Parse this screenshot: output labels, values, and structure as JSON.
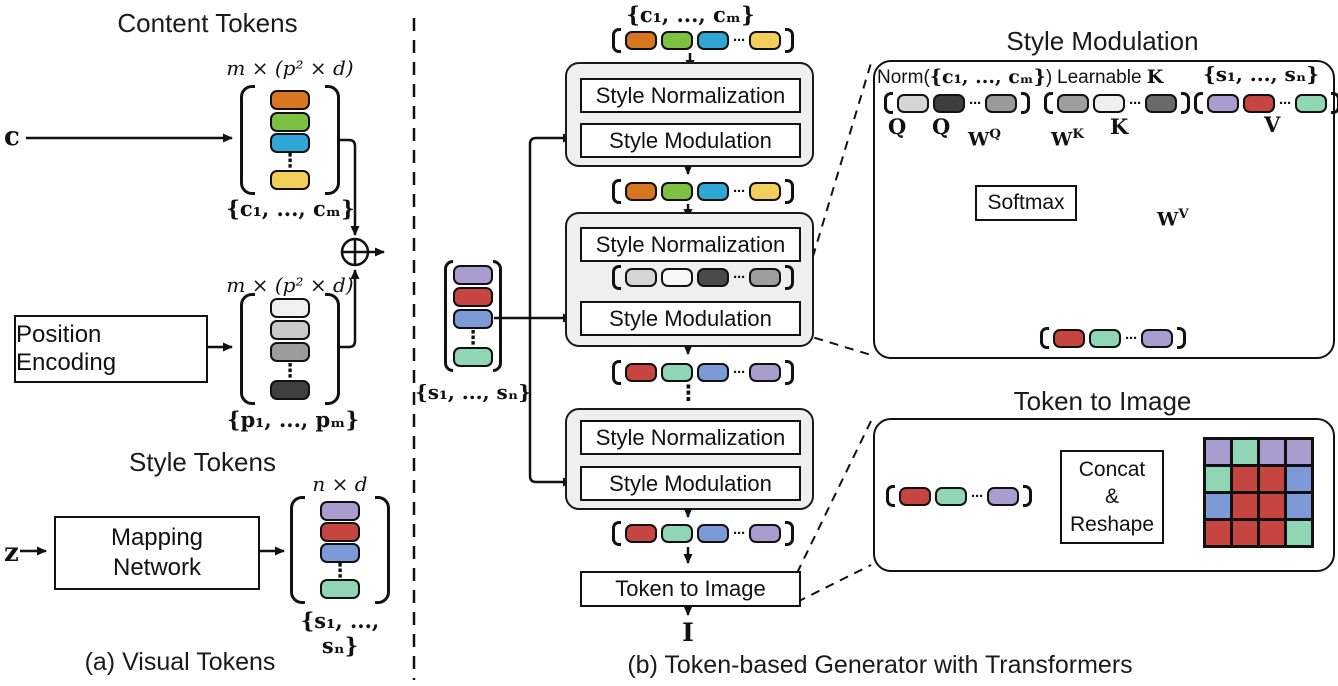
{
  "colors": {
    "orange": "#D8751F",
    "green": "#7DC142",
    "cyan": "#2FA6D4",
    "yellow": "#F2CE5B",
    "purple": "#A99CCE",
    "red": "#C64541",
    "blue": "#7D99D6",
    "teal": "#90D5B4",
    "gray1": "#F0F0F0",
    "gray2": "#C9C9C9",
    "gray3": "#9B9B9B",
    "gray4": "#3F3F3F",
    "norm1": "#D5D5D5",
    "norm2": "#3E3E3E",
    "norm3": "#999999",
    "lk1": "#9E9E9E",
    "lk2": "#EFEFEF",
    "lk3": "#6A6A6A",
    "sn1": "#D5D5D5",
    "sn2": "#F7F7F7",
    "sn3": "#4A4A4A",
    "sn4": "#9E9E9E",
    "line": "#111111"
  },
  "panel_a": {
    "content_title": "Content Tokens",
    "style_title": "Style Tokens",
    "caption": "(a) Visual Tokens",
    "c_input": "c",
    "z_input": "z",
    "dim_content": "m × (p² × d)",
    "dim_position": "m × (p² × d)",
    "dim_style": "n × d",
    "content_set": "{c₁, ..., cₘ}",
    "position_set": "{p₁, ..., pₘ}",
    "style_set": "{s₁, ..., sₙ}",
    "position_box": "Position Encoding",
    "mapping_line1": "Mapping",
    "mapping_line2": "Network",
    "content_stack": [
      "orange",
      "green",
      "cyan",
      "dots",
      "yellow"
    ],
    "position_stack": [
      "gray1",
      "gray2",
      "gray3",
      "dots",
      "gray4"
    ],
    "style_stack": [
      "purple",
      "red",
      "blue",
      "dots",
      "teal"
    ]
  },
  "panel_b": {
    "caption": "(b) Token-based Generator with Transformers",
    "input_set": "{c₁, ..., cₘ}",
    "style_set": "{s₁, ..., sₙ}",
    "style_norm_label": "Style Normalization",
    "style_mod_label": "Style Modulation",
    "token_to_image_label": "Token to Image",
    "output_label": "I",
    "vdots": "⋮",
    "row_content": [
      "orange",
      "green",
      "cyan",
      "hdots",
      "yellow"
    ],
    "row_norm": [
      "sn1",
      "sn2",
      "sn3",
      "hdots",
      "sn4"
    ],
    "row_style": [
      "red",
      "teal",
      "blue",
      "hdots",
      "purple"
    ],
    "style_stack": [
      "purple",
      "red",
      "blue",
      "dots",
      "teal"
    ]
  },
  "style_mod_panel": {
    "title": "Style Modulation",
    "norm_prefix": "Norm(",
    "norm_math": "{c₁, ..., cₘ}",
    "norm_suffix": ")",
    "learnable_prefix": "Learnable ",
    "learnable_math": "K",
    "style_set": "{s₁, ..., sₙ}",
    "q_label": "Q",
    "k_label": "K",
    "v_label": "V",
    "wq": {
      "base": "W",
      "sup": "Q"
    },
    "wk": {
      "base": "W",
      "sup": "K"
    },
    "wv": {
      "base": "W",
      "sup": "V"
    },
    "softmax_label": "Softmax",
    "row_norm": [
      "norm1",
      "norm2",
      "hdots",
      "norm3"
    ],
    "row_learnable": [
      "lk1",
      "lk2",
      "hdots",
      "lk3"
    ],
    "row_style": [
      "purple",
      "red",
      "hdots",
      "teal"
    ],
    "row_output": [
      "red",
      "teal",
      "hdots",
      "purple"
    ]
  },
  "token_image_panel": {
    "title": "Token to Image",
    "concat_line1": "Concat",
    "concat_line2": "&",
    "concat_line3": "Reshape",
    "row_input": [
      "red",
      "teal",
      "hdots",
      "purple"
    ],
    "grid": [
      [
        "purple",
        "teal",
        "purple",
        "purple"
      ],
      [
        "teal",
        "red",
        "red",
        "blue"
      ],
      [
        "blue",
        "red",
        "red",
        "blue"
      ],
      [
        "red",
        "red",
        "red",
        "teal"
      ]
    ]
  }
}
